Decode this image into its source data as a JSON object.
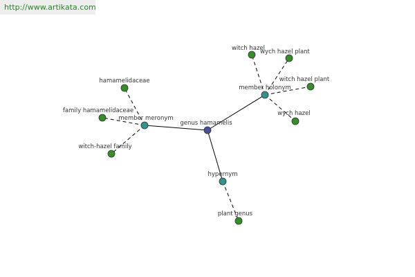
{
  "source_url": "http://www.artikata.com",
  "colors": {
    "center_node": "#4a4f9c",
    "relation_node": "#3a8f8f",
    "leaf_node": "#3b8a2e",
    "edge": "#000000",
    "link_text": "#2e7d2e"
  },
  "graph": {
    "center": {
      "id": "center",
      "label": "genus hamamelis",
      "type": "center"
    },
    "relations": [
      {
        "id": "meronym",
        "label": "member meronym",
        "type": "relation"
      },
      {
        "id": "holonym",
        "label": "member holonym",
        "type": "relation"
      },
      {
        "id": "hypernym",
        "label": "hypernym",
        "type": "relation"
      }
    ],
    "leaves": [
      {
        "id": "hamamelidaceae",
        "label": "hamamelidaceae",
        "parent": "meronym"
      },
      {
        "id": "family-hamamelidaceae",
        "label": "family hamamelidaceae",
        "parent": "meronym"
      },
      {
        "id": "witch-hazel-family",
        "label": "witch-hazel family",
        "parent": "meronym"
      },
      {
        "id": "witch-hazel",
        "label": "witch hazel",
        "parent": "holonym"
      },
      {
        "id": "wych-hazel-plant",
        "label": "wych hazel plant",
        "parent": "holonym"
      },
      {
        "id": "witch-hazel-plant",
        "label": "witch hazel plant",
        "parent": "holonym"
      },
      {
        "id": "wych-hazel",
        "label": "wych hazel",
        "parent": "holonym"
      },
      {
        "id": "plant-genus",
        "label": "plant genus",
        "parent": "hypernym"
      }
    ]
  }
}
